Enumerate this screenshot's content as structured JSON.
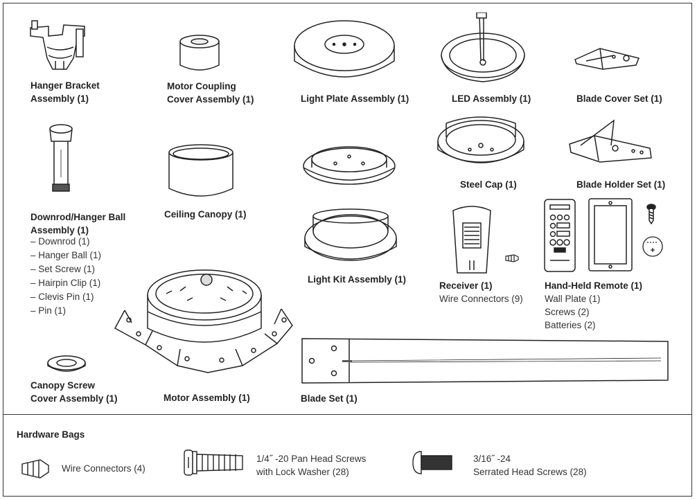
{
  "parts": {
    "hanger_bracket": [
      "Hanger Bracket",
      "Assembly (1)"
    ],
    "motor_coupling": [
      "Motor Coupling",
      "Cover Assembly (1)"
    ],
    "light_plate": "Light Plate Assembly (1)",
    "led_assembly": "LED Assembly (1)",
    "blade_cover": "Blade Cover Set (1)",
    "downrod": [
      "Downrod/Hanger Ball",
      "Assembly (1)"
    ],
    "downrod_items": [
      "– Downrod (1)",
      "– Hanger Ball (1)",
      "– Set Screw (1)",
      "– Hairpin Clip (1)",
      "– Clevis Pin (1)",
      "– Pin (1)"
    ],
    "ceiling_canopy": "Ceiling Canopy (1)",
    "steel_cap": "Steel Cap (1)",
    "blade_holder": "Blade Holder Set (1)",
    "light_kit": "Light Kit Assembly (1)",
    "receiver": "Receiver (1)",
    "wire_connectors_9": "Wire Connectors (9)",
    "remote": "Hand-Held Remote (1)",
    "remote_items": [
      "Wall Plate (1)",
      "Screws (2)",
      "Batteries (2)"
    ],
    "canopy_screw": [
      "Canopy Screw",
      "Cover Assembly (1)"
    ],
    "motor_assembly": "Motor Assembly (1)",
    "blade_set": "Blade Set (1)"
  },
  "hardware": {
    "title": "Hardware Bags",
    "wire_connectors": "Wire Connectors (4)",
    "pan_head": [
      "1/4˝ -20 Pan Head Screws",
      "with Lock Washer (28)"
    ],
    "serrated": [
      "3/16˝ -24",
      "Serrated Head Screws (28)"
    ]
  }
}
